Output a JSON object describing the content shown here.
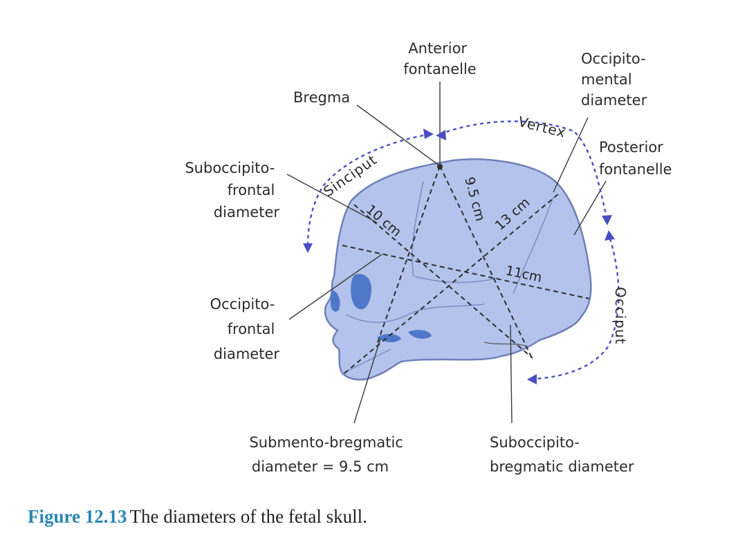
{
  "labels": {
    "anterior_fontanelle": [
      "Anterior",
      "fontanelle"
    ],
    "occipito_mental": [
      "Occipito-",
      "mental",
      "diameter"
    ],
    "bregma": "Bregma",
    "posterior_fontanelle": [
      "Posterior",
      "fontanelle"
    ],
    "suboccipito_frontal": [
      "Suboccipito-",
      "frontal",
      "diameter"
    ],
    "occipito_frontal": [
      "Occipito-",
      "frontal",
      "diameter"
    ],
    "submento_bregmatic": [
      "Submento-bregmatic",
      "diameter = 9.5 cm"
    ],
    "suboccipito_bregmatic": [
      "Suboccipito-",
      "bregmatic diameter"
    ]
  },
  "regions": {
    "vertex": "Vertex",
    "sinciput": "Sinciput",
    "occiput": "Occiput"
  },
  "measurements": {
    "suboccipito_frontal": "10 cm",
    "submento_bregmatic": "9.5 cm",
    "occipito_mental": "13 cm",
    "occipito_frontal": "11cm"
  },
  "caption": {
    "number": "Figure 12.13",
    "text": "The diameters of the fetal skull."
  },
  "colors": {
    "skull_fill": "#b4c3ec",
    "skull_outline": "#6f7fb8",
    "orbit_fill": "#4f79c8",
    "arc_color": "#4b4ec0",
    "caption_number": "#2b86b4"
  }
}
